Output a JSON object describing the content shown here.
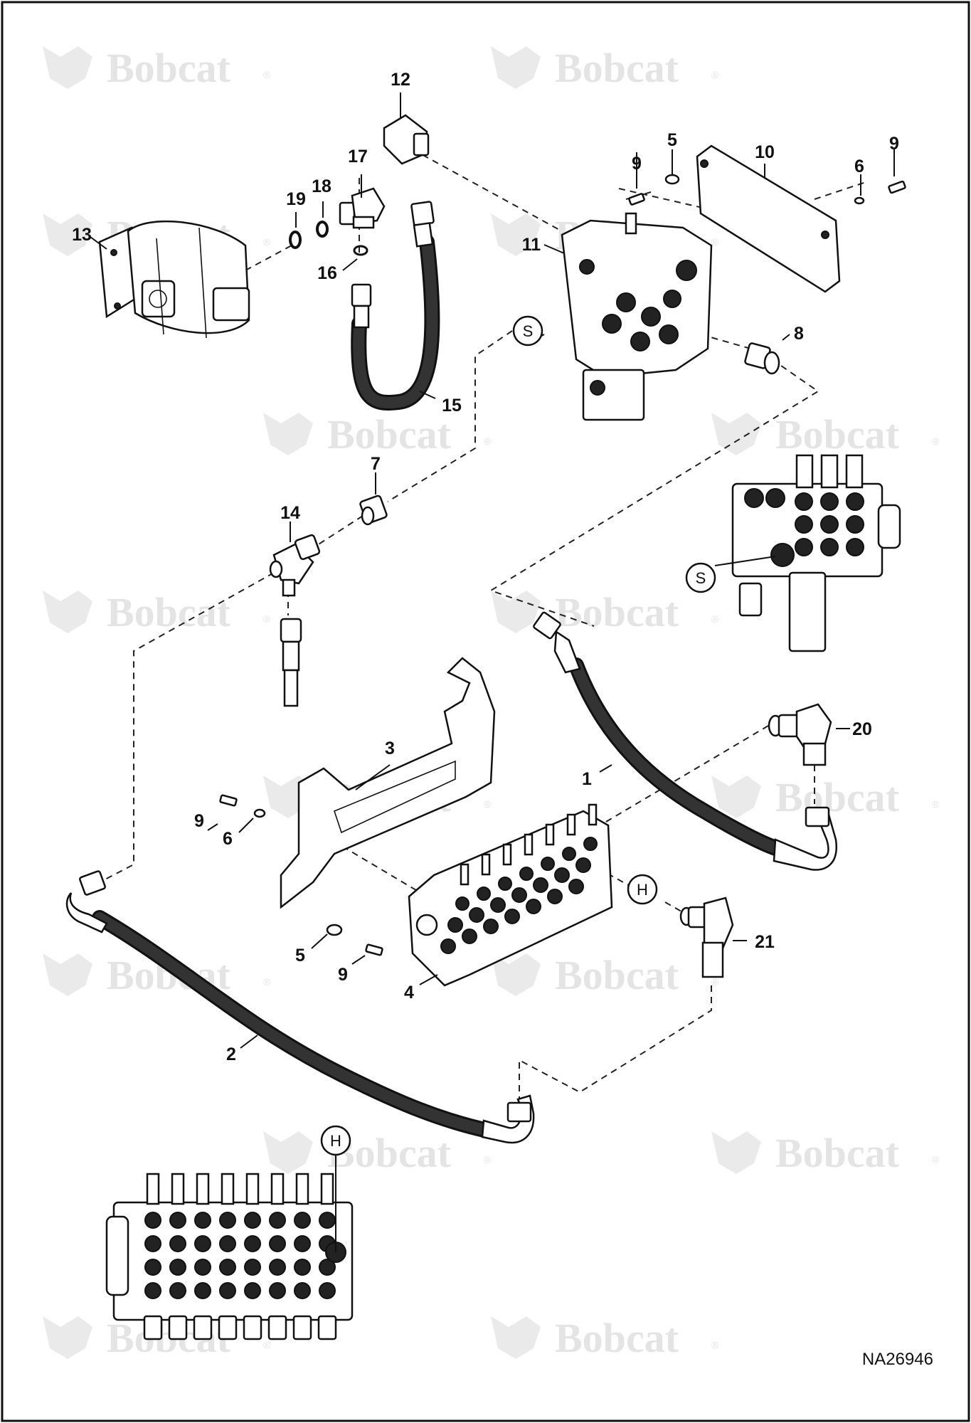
{
  "watermark": {
    "brand": "Bobcat",
    "mark": "®"
  },
  "figure_id": "NA26946",
  "callouts": {
    "c1": "1",
    "c2": "2",
    "c3": "3",
    "c4": "4",
    "c5a": "5",
    "c5b": "5",
    "c6a": "6",
    "c6b": "6",
    "c7": "7",
    "c8": "8",
    "c9a": "9",
    "c9b": "9",
    "c9c": "9",
    "c9d": "9",
    "c10": "10",
    "c11": "11",
    "c12": "12",
    "c13": "13",
    "c14": "14",
    "c15": "15",
    "c16": "16",
    "c17": "17",
    "c18": "18",
    "c19": "19",
    "c20": "20",
    "c21": "21"
  },
  "detail_markers": {
    "s1": "S",
    "s2": "S",
    "h1": "H",
    "h2": "H"
  }
}
